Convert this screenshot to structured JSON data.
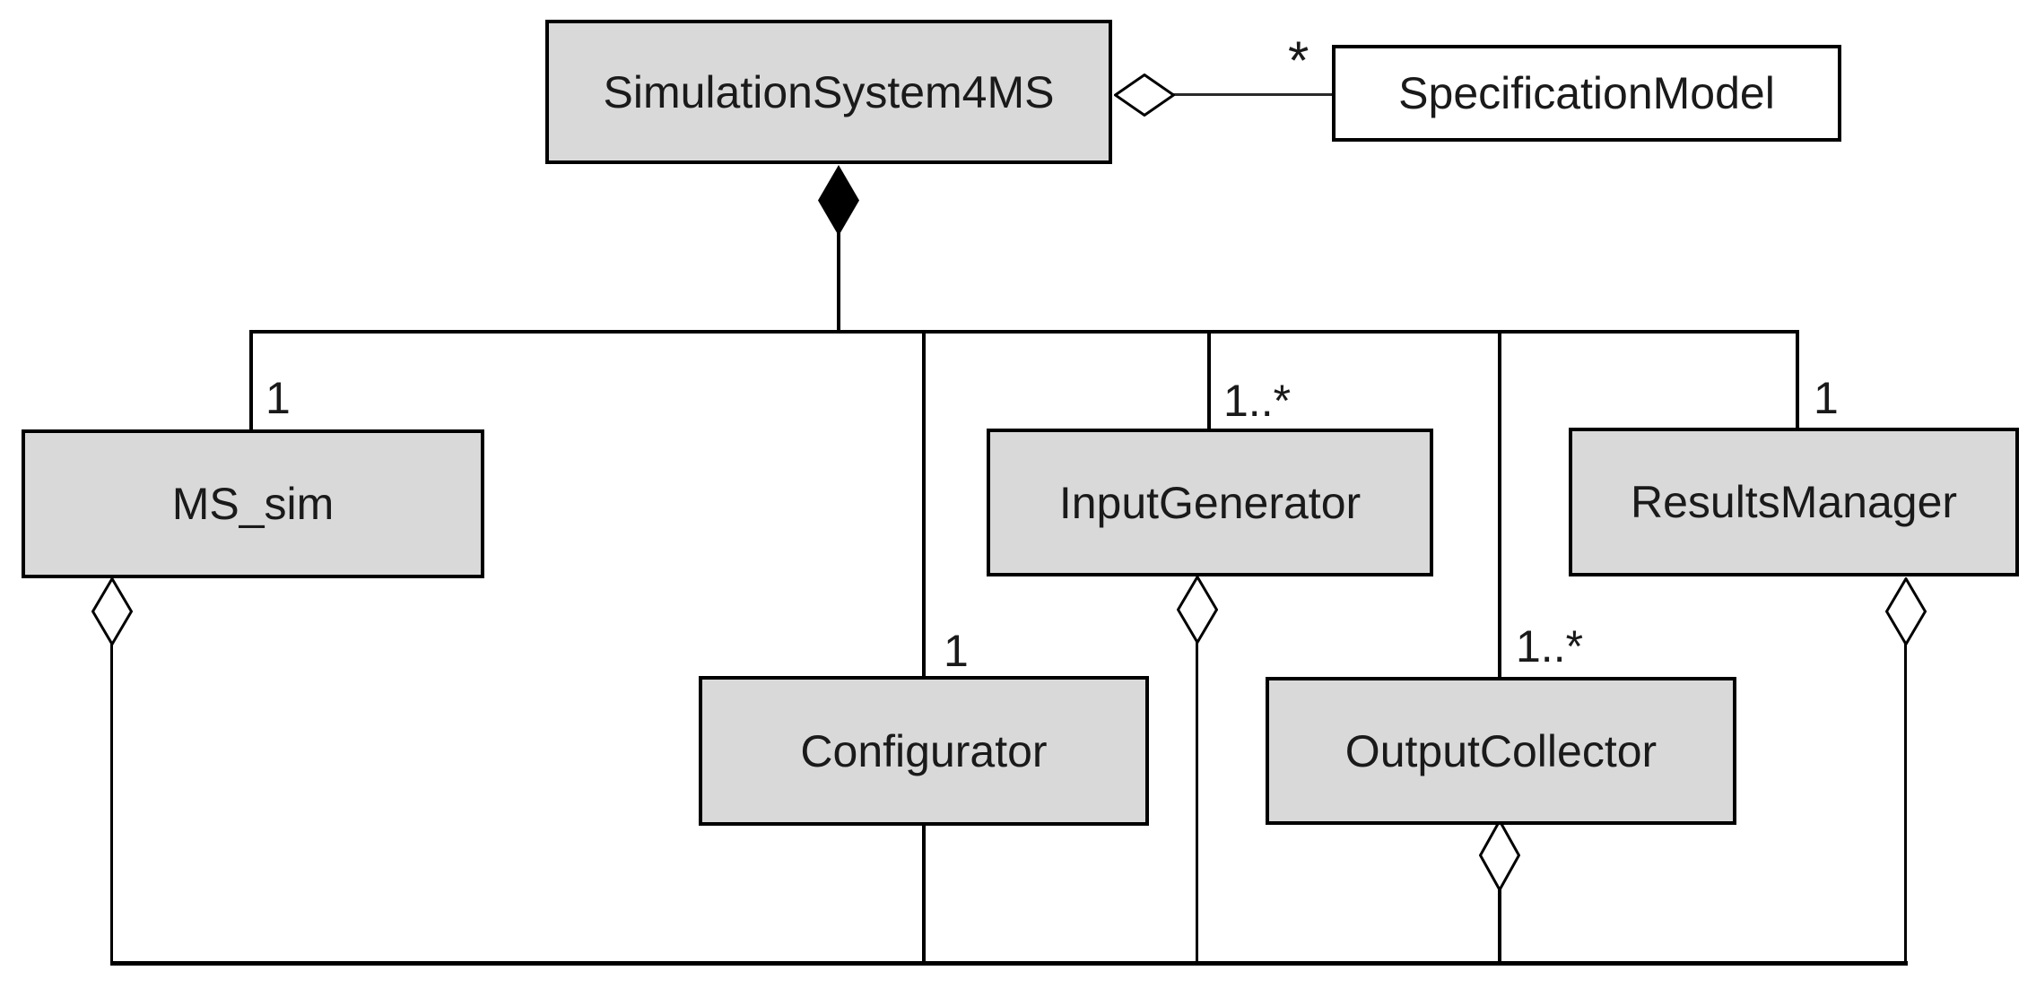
{
  "diagram": {
    "kind": "uml-class-diagram",
    "colors": {
      "background": "#ffffff",
      "node_fill": "#d9d9d9",
      "specification_node_fill": "#ffffff",
      "node_border": "#000000",
      "line": "#000000",
      "text": "#1a1a1a"
    },
    "nodes": [
      {
        "label": "SimulationSystem4MS"
      },
      {
        "label": "SpecificationModel"
      },
      {
        "label": "MS_sim"
      },
      {
        "label": "InputGenerator"
      },
      {
        "label": "ResultsManager"
      },
      {
        "label": "Configurator"
      },
      {
        "label": "OutputCollector"
      }
    ],
    "multiplicities": {
      "specification_model": "*",
      "ms_sim": "1",
      "input_generator": "1..*",
      "results_manager": "1",
      "configurator": "1",
      "output_collector": "1..*"
    },
    "relationships": [
      {
        "type": "aggregation",
        "whole": "SimulationSystem4MS",
        "part": "SpecificationModel",
        "multiplicity": "*"
      },
      {
        "type": "composition",
        "whole": "SimulationSystem4MS",
        "part": "MS_sim",
        "multiplicity": "1"
      },
      {
        "type": "composition",
        "whole": "SimulationSystem4MS",
        "part": "Configurator",
        "multiplicity": "1"
      },
      {
        "type": "composition",
        "whole": "SimulationSystem4MS",
        "part": "InputGenerator",
        "multiplicity": "1..*"
      },
      {
        "type": "composition",
        "whole": "SimulationSystem4MS",
        "part": "OutputCollector",
        "multiplicity": "1..*"
      },
      {
        "type": "composition",
        "whole": "SimulationSystem4MS",
        "part": "ResultsManager",
        "multiplicity": "1"
      },
      {
        "type": "aggregation",
        "whole": "MS_sim",
        "part": "Configurator"
      },
      {
        "type": "aggregation",
        "whole": "InputGenerator",
        "part": "Configurator"
      },
      {
        "type": "aggregation",
        "whole": "OutputCollector",
        "part": "Configurator"
      },
      {
        "type": "aggregation",
        "whole": "ResultsManager",
        "part": "Configurator"
      }
    ]
  }
}
